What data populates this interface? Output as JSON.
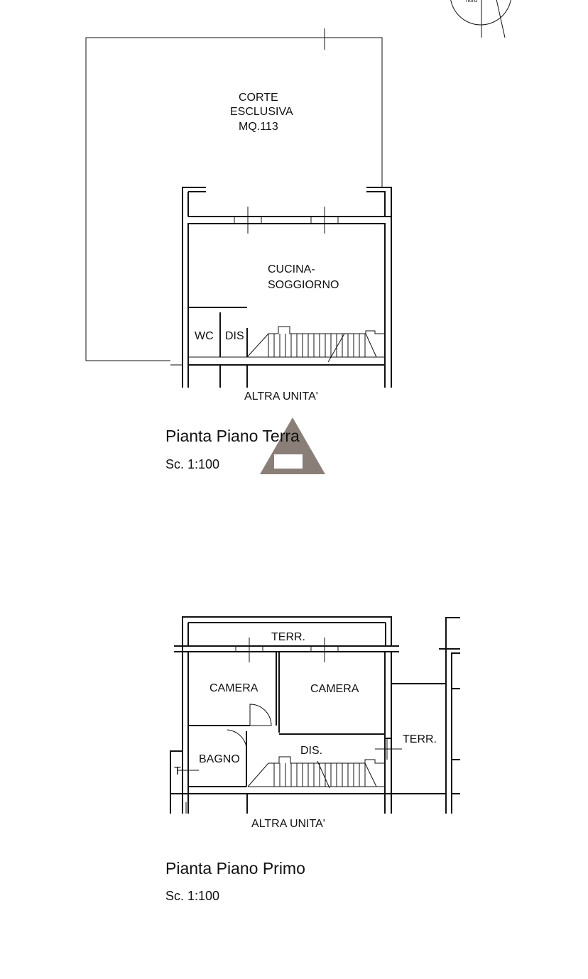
{
  "compass": {
    "label": "nord"
  },
  "ground_floor": {
    "rooms": {
      "corte": [
        "CORTE",
        "ESCLUSIVA",
        "MQ.113"
      ],
      "cucina": [
        "CUCINA-",
        "SOGGIORNO"
      ],
      "wc": "WC",
      "dis": "DIS",
      "altra": "ALTRA UNITA'"
    },
    "title": "Pianta Piano Terra",
    "scale": "Sc. 1:100"
  },
  "first_floor": {
    "rooms": {
      "terr_top": "TERR.",
      "camera1": "CAMERA",
      "camera2": "CAMERA",
      "terr_right": "TERR.",
      "bagno": "BAGNO",
      "dis": "DIS.",
      "t": "T",
      "altra": "ALTRA UNITA'"
    },
    "title": "Pianta Piano Primo",
    "scale": "Sc. 1:100"
  },
  "watermark": {
    "color": "#8a7f78",
    "icon": "triangle-logo"
  }
}
